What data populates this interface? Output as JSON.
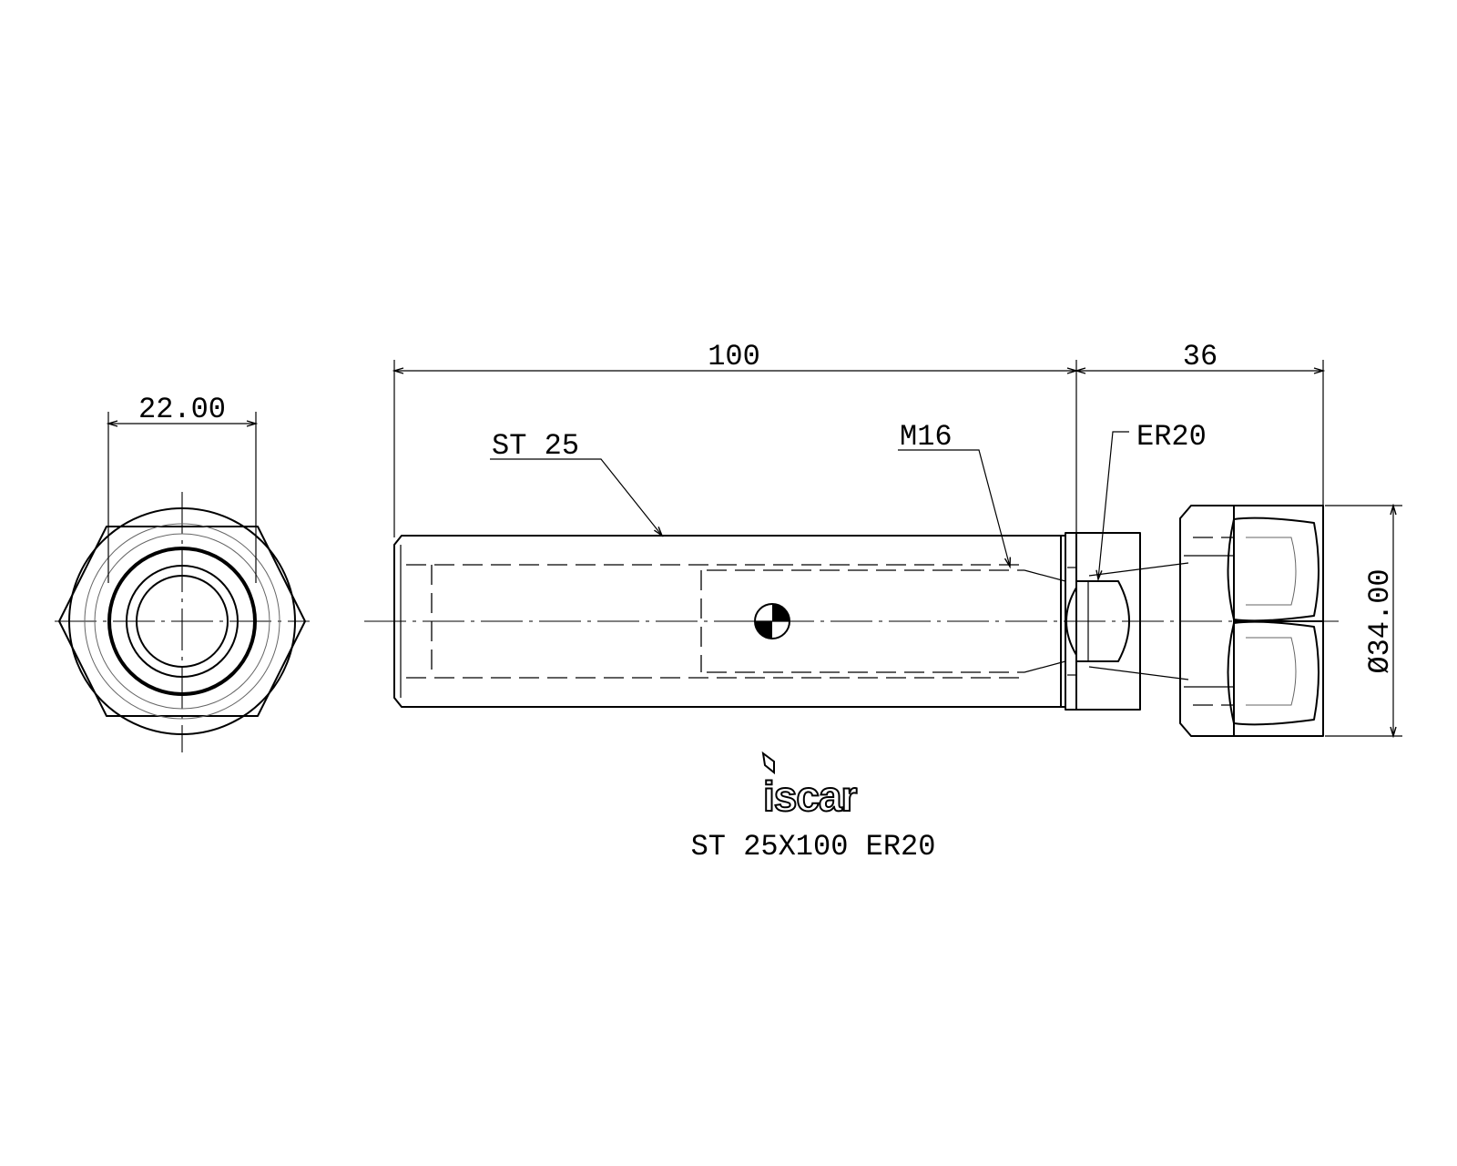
{
  "dimensions": {
    "hex_width": "22.00",
    "overall_length": "100",
    "nut_length": "36",
    "nut_diameter": "Ø34.00"
  },
  "callouts": {
    "shank": "ST 25",
    "thread": "M16",
    "collet": "ER20"
  },
  "brand": {
    "logo_text": "iscar"
  },
  "part_number": "ST 25X100 ER20"
}
